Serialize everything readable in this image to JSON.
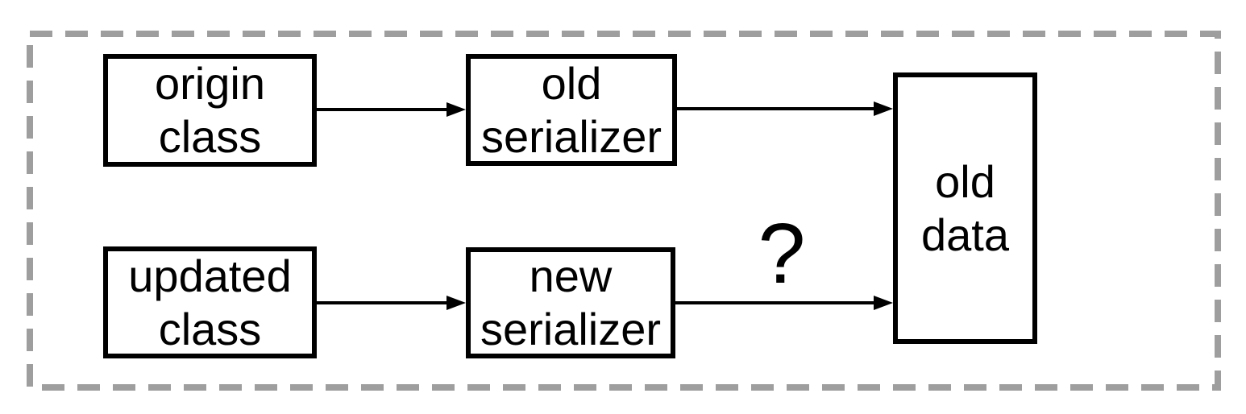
{
  "diagram": {
    "description": "Serialization versioning flow diagram",
    "colors": {
      "ink": "#000000",
      "frame": "#9e9e9e",
      "background": "#ffffff"
    },
    "nodes": [
      {
        "id": "origin-class",
        "label": "origin\nclass"
      },
      {
        "id": "old-serializer",
        "label": "old\nserializer"
      },
      {
        "id": "updated-class",
        "label": "updated\nclass"
      },
      {
        "id": "new-serializer",
        "label": "new\nserializer"
      },
      {
        "id": "old-data",
        "label": "old\ndata"
      }
    ],
    "edges": [
      {
        "from": "origin-class",
        "to": "old-serializer"
      },
      {
        "from": "old-serializer",
        "to": "old-data"
      },
      {
        "from": "updated-class",
        "to": "new-serializer"
      },
      {
        "from": "new-serializer",
        "to": "old-data",
        "annotation": "?"
      }
    ],
    "question_mark": "?"
  }
}
